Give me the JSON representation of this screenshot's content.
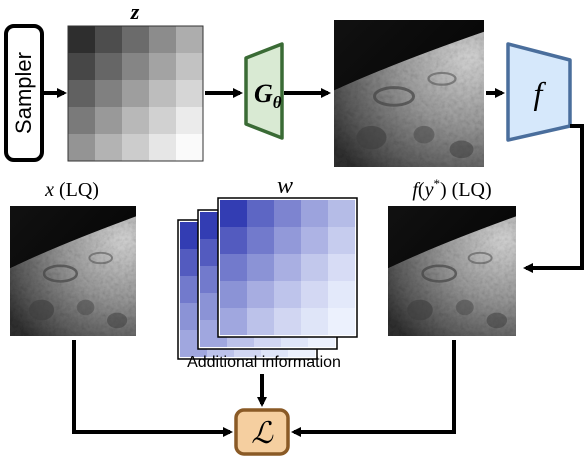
{
  "diagram": {
    "sampler_label": "Sampler",
    "latent_label": "z",
    "generator_label": {
      "main": "G",
      "sub": "θ"
    },
    "forward_op_label": "f",
    "observation_label": {
      "var": "x",
      "suffix": " (LQ)"
    },
    "generated_obs_label": {
      "fn": "f",
      "open": "(",
      "var": "y",
      "sup": "*",
      "close": ")",
      "suffix": " (LQ)"
    },
    "weight_label": "w",
    "additional_info_label": "Additional information",
    "loss_label": "ℒ"
  },
  "colors": {
    "generator_fill": "#d9ead3",
    "generator_stroke": "#3a6b35",
    "forward_op_fill": "#d6e8fb",
    "forward_op_stroke": "#4a6e9c",
    "loss_fill": "#f5cfa0",
    "loss_stroke": "#8a5a26",
    "arrow": "#000000"
  },
  "z_grid_values": [
    [
      0.18,
      0.3,
      0.42,
      0.55,
      0.68
    ],
    [
      0.28,
      0.4,
      0.52,
      0.64,
      0.76
    ],
    [
      0.38,
      0.5,
      0.62,
      0.74,
      0.84
    ],
    [
      0.48,
      0.6,
      0.72,
      0.82,
      0.92
    ],
    [
      0.58,
      0.7,
      0.8,
      0.9,
      0.98
    ]
  ],
  "w_grid_values": [
    [
      0.1,
      0.3,
      0.45,
      0.6,
      0.72
    ],
    [
      0.25,
      0.4,
      0.55,
      0.68,
      0.8
    ],
    [
      0.4,
      0.52,
      0.66,
      0.78,
      0.88
    ],
    [
      0.52,
      0.65,
      0.76,
      0.86,
      0.94
    ],
    [
      0.62,
      0.75,
      0.85,
      0.92,
      0.98
    ]
  ]
}
